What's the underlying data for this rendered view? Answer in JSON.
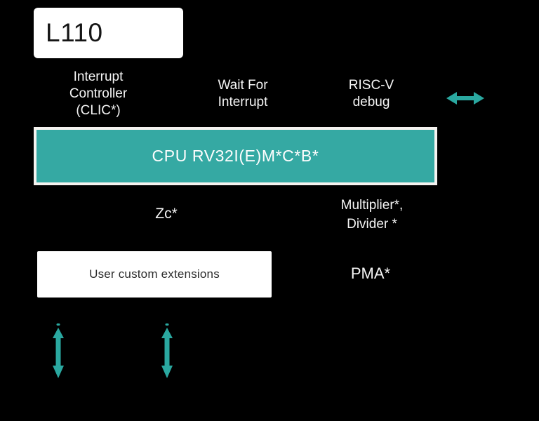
{
  "core": {
    "name": "L110"
  },
  "blocks": {
    "interrupt_controller": "Interrupt\nController\n(CLIC*)",
    "wait_for_interrupt": "Wait For\nInterrupt",
    "riscv_debug": "RISC-V\ndebug",
    "cpu": "CPU RV32I(E)M*C*B*",
    "zc": "Zc*",
    "multiplier_divider": "Multiplier*,\nDivider *",
    "user_custom_extensions": "User custom extensions",
    "pma": "PMA*"
  },
  "icons": {
    "debug_arrow": "horizontal-double-arrow",
    "bus_arrow_left": "vertical-double-arrow",
    "bus_arrow_right": "vertical-double-arrow"
  },
  "colors": {
    "background": "#000000",
    "teal": "#35A9A3",
    "arrow_teal": "#2AA8A0",
    "white": "#FFFFFF",
    "border_white": "#F5F3F0",
    "text": "#F5F5F5"
  }
}
